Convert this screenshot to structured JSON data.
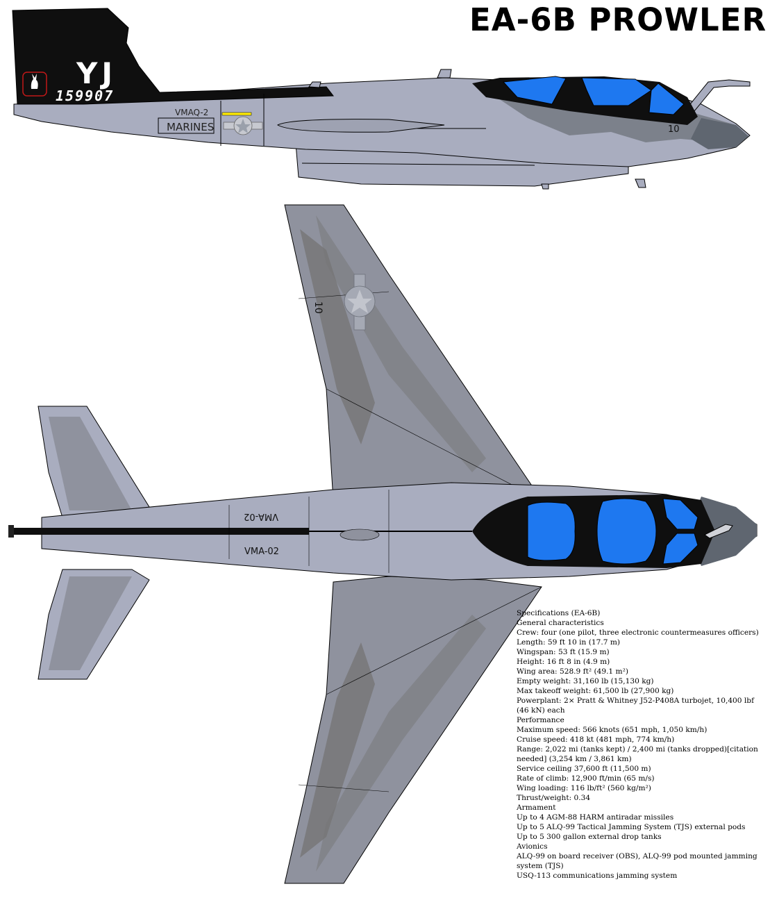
{
  "title": "EA-6B PROWLER",
  "colors": {
    "fuselage_grey": "#a9adbf",
    "top_grey": "#8f929e",
    "dark_panel": "#767676",
    "black": "#0f0f0f",
    "canopy_blue": "#1e78f0",
    "nose_grey": "#5f6670"
  },
  "side_view": {
    "tail_code": "YJ",
    "serial_number": "159907",
    "squadron": "VMAQ-2",
    "service": "MARINES",
    "modex": "10",
    "tail_emblem": "playboy-bunny-icon",
    "roundel": "us-star-roundel-icon"
  },
  "top_view": {
    "wing_number": "10",
    "wing_code_upper": "VMA-02",
    "wing_code_lower": "VMA-02",
    "roundel": "us-star-roundel-icon"
  },
  "specs": {
    "lines": [
      "Specifications (EA-6B)",
      "General characteristics",
      "Crew: four (one pilot, three electronic countermeasures officers)",
      "Length: 59 ft 10 in (17.7 m)",
      "Wingspan: 53 ft (15.9 m)",
      "Height: 16 ft 8 in (4.9 m)",
      "Wing area: 528.9 ft² (49.1 m²)",
      "Empty weight: 31,160 lb (15,130 kg)",
      "Max takeoff weight: 61,500 lb (27,900 kg)",
      "Powerplant: 2× Pratt & Whitney J52-P408A turbojet, 10,400 lbf (46 kN) each",
      "Performance",
      "Maximum speed: 566 knots (651 mph, 1,050 km/h)",
      "Cruise speed: 418 kt (481 mph, 774 km/h)",
      "Range: 2,022 mi (tanks kept) / 2,400 mi (tanks dropped)[citation needed] (3,254 km / 3,861 km)",
      "Service ceiling 37,600 ft (11,500 m)",
      "Rate of climb: 12,900 ft/min (65 m/s)",
      "Wing loading: 116 lb/ft² (560 kg/m²)",
      "Thrust/weight: 0.34",
      "Armament",
      "Up to 4 AGM-88 HARM antiradar missiles",
      "Up to 5 ALQ-99 Tactical Jamming System (TJS) external pods",
      "Up to 5 300 gallon external drop tanks",
      "Avionics",
      "ALQ-99 on board receiver (OBS), ALQ-99 pod mounted jamming system (TJS)",
      "USQ-113 communications jamming system"
    ]
  }
}
